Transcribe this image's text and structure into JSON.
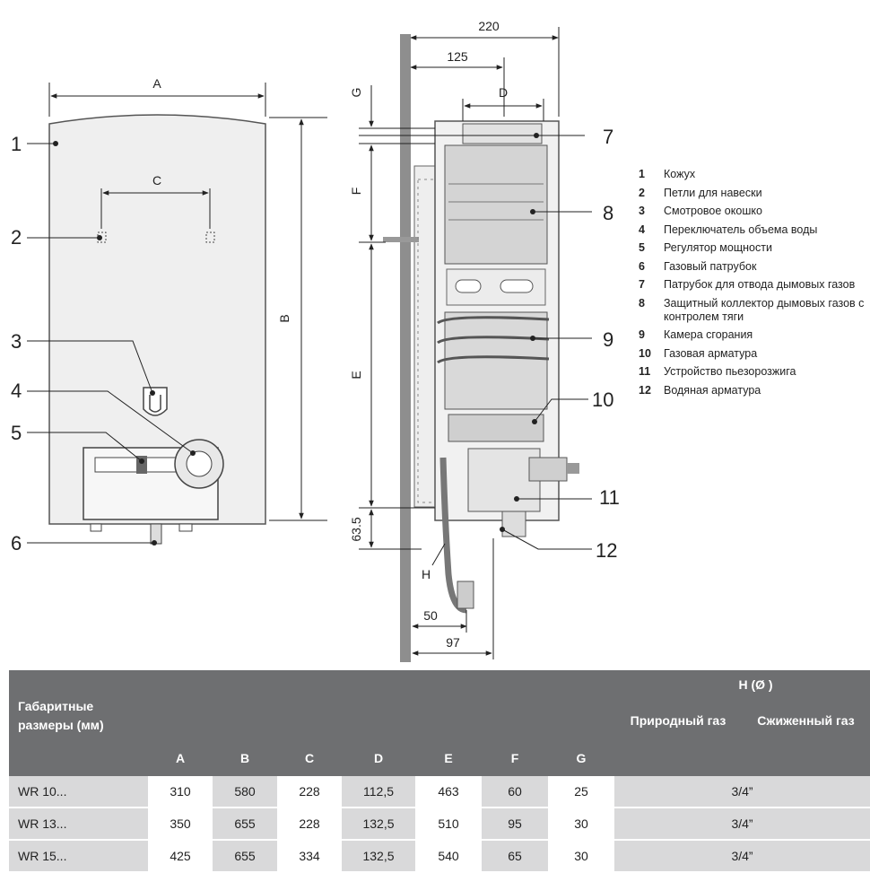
{
  "dimension_labels": {
    "A": "A",
    "B": "B",
    "C": "C",
    "D": "D",
    "E": "E",
    "F": "F",
    "G": "G",
    "H": "H",
    "d220": "220",
    "d125": "125",
    "d63_5": "63.5",
    "d50": "50",
    "d97": "97"
  },
  "callouts": [
    "1",
    "2",
    "3",
    "4",
    "5",
    "6",
    "7",
    "8",
    "9",
    "10",
    "11",
    "12"
  ],
  "legend": [
    {
      "num": "1",
      "text": "Кожух"
    },
    {
      "num": "2",
      "text": "Петли для навески"
    },
    {
      "num": "3",
      "text": "Смотровое окошко"
    },
    {
      "num": "4",
      "text": "Переключатель объема воды"
    },
    {
      "num": "5",
      "text": "Регулятор мощности"
    },
    {
      "num": "6",
      "text": "Газовый патрубок"
    },
    {
      "num": "7",
      "text": "Патрубок для отвода дымовых газов"
    },
    {
      "num": "8",
      "text": "Защитный коллектор дымовых газов с контролем тяги"
    },
    {
      "num": "9",
      "text": "Камера сгорания"
    },
    {
      "num": "10",
      "text": "Газовая арматура"
    },
    {
      "num": "11",
      "text": "Устройство пьезорозжига"
    },
    {
      "num": "12",
      "text": "Водяная арматура"
    }
  ],
  "table": {
    "h_group": "H (Ø )",
    "header_label": "Габаритные размеры (мм)",
    "columns": [
      "A",
      "B",
      "C",
      "D",
      "E",
      "F",
      "G"
    ],
    "h_natural": "Природный газ",
    "h_lpg": "Сжиженный газ",
    "rows": [
      {
        "model": "WR 10...",
        "A": "310",
        "B": "580",
        "C": "228",
        "D": "112,5",
        "E": "463",
        "F": "60",
        "G": "25",
        "H": "3/4”"
      },
      {
        "model": "WR 13...",
        "A": "350",
        "B": "655",
        "C": "228",
        "D": "132,5",
        "E": "510",
        "F": "95",
        "G": "30",
        "H": "3/4”"
      },
      {
        "model": "WR 15...",
        "A": "425",
        "B": "655",
        "C": "334",
        "D": "132,5",
        "E": "540",
        "F": "65",
        "G": "30",
        "H": "3/4”"
      }
    ]
  }
}
